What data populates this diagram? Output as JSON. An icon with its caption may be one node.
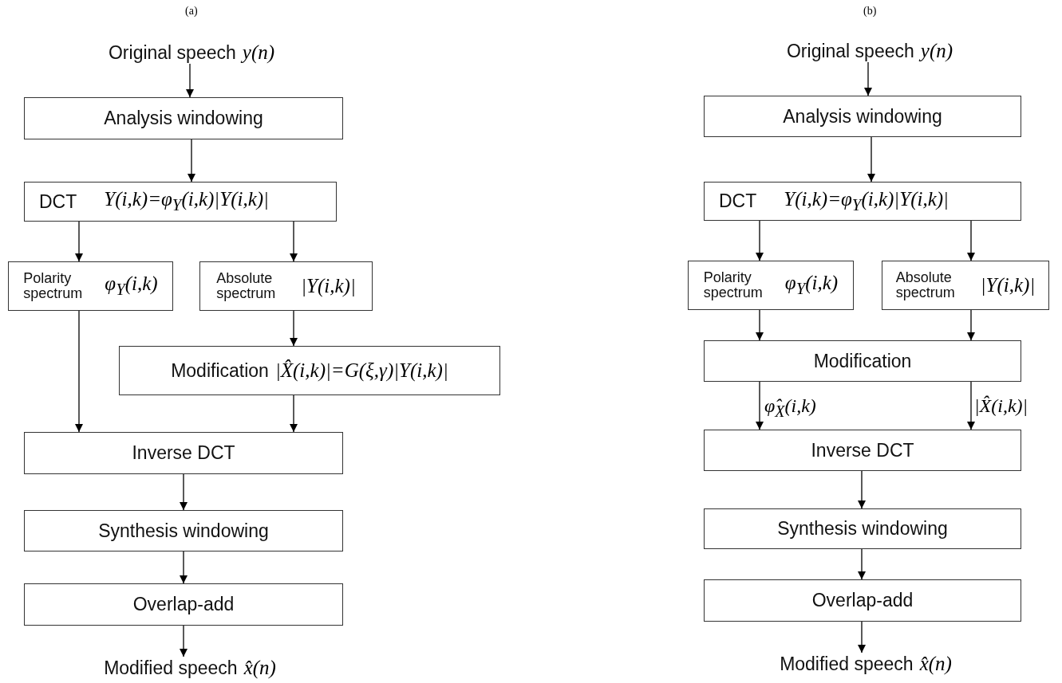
{
  "diagram": {
    "nodes": [
      {
        "text": [
          "Original speech",
          "y(n)"
        ]
      },
      {
        "text": [
          "Analysis windowing"
        ]
      },
      {
        "text": [
          "DCT",
          "Y(i,k)=φ$_{Y}$(i,k)|Y(i,k)|"
        ]
      },
      {
        "text": [
          "Polarity spectrum",
          "φ$_{Y}$(i,k)"
        ]
      },
      {
        "text": [
          "Absolute spectrum",
          "|Y(i,k)|"
        ]
      },
      {
        "text": [
          "Modification",
          "|X̂(i,k)|=G(ξ,γ)|Y(i,k)|"
        ]
      },
      {
        "text": [
          "Inverse DCT"
        ]
      },
      {
        "text": [
          "Synthesis windowing"
        ]
      },
      {
        "text": [
          "Overlap-add"
        ]
      },
      {
        "text": [
          "Modified speech",
          "x̂(n)"
        ]
      },
      {
        "text": [
          "Original speech",
          "y(n)"
        ]
      },
      {
        "text": [
          "Analysis windowing"
        ]
      },
      {
        "text": [
          "DCT",
          "Y(i,k)=φ$_{Y}$(i,k)|Y(i,k)|"
        ]
      },
      {
        "text": [
          "Polarity spectrum",
          "φ$_{Y}$(i,k)"
        ]
      },
      {
        "text": [
          "Absolute spectrum",
          "|Y(i,k)|"
        ]
      },
      {
        "text": [
          "Modification"
        ]
      },
      {
        "text": [
          "Inverse DCT"
        ]
      },
      {
        "text": [
          "Synthesis windowing"
        ]
      },
      {
        "text": [
          "Overlap-add"
        ]
      },
      {
        "text": [
          "Modified speech",
          "x̂(n)"
        ]
      }
    ],
    "edges": [
      {
        "from": 0,
        "to": 1,
        "arrow": "to"
      },
      {
        "from": 1,
        "to": 2,
        "arrow": "to"
      },
      {
        "from": 2,
        "to": 3,
        "arrow": "to"
      },
      {
        "from": 2,
        "to": 4,
        "arrow": "to"
      },
      {
        "from": 4,
        "to": 5,
        "arrow": "to"
      },
      {
        "from": 3,
        "to": 6,
        "arrow": "to"
      },
      {
        "from": 5,
        "to": 6,
        "arrow": "to"
      },
      {
        "from": 6,
        "to": 7,
        "arrow": "to"
      },
      {
        "from": 7,
        "to": 8,
        "arrow": "to"
      },
      {
        "from": 8,
        "to": 9,
        "arrow": "to"
      },
      {
        "from": 10,
        "to": 11,
        "arrow": "to"
      },
      {
        "from": 11,
        "to": 12,
        "arrow": "to"
      },
      {
        "from": 12,
        "to": 13,
        "arrow": "to"
      },
      {
        "from": 12,
        "to": 14,
        "arrow": "to"
      },
      {
        "from": 13,
        "to": 15,
        "arrow": "to"
      },
      {
        "from": 14,
        "to": 15,
        "arrow": "to"
      },
      {
        "from": 15,
        "to": 16,
        "arrow": "to",
        "label": "φ̂$_{X}$(i,k)"
      },
      {
        "from": 15,
        "to": 16,
        "arrow": "to",
        "label": "|X̂(i,k)|"
      },
      {
        "from": 16,
        "to": 17,
        "arrow": "to"
      },
      {
        "from": 17,
        "to": 18,
        "arrow": "to"
      },
      {
        "from": 18,
        "to": 19,
        "arrow": "to"
      }
    ],
    "labels": [
      "(a)",
      "(b)"
    ]
  }
}
